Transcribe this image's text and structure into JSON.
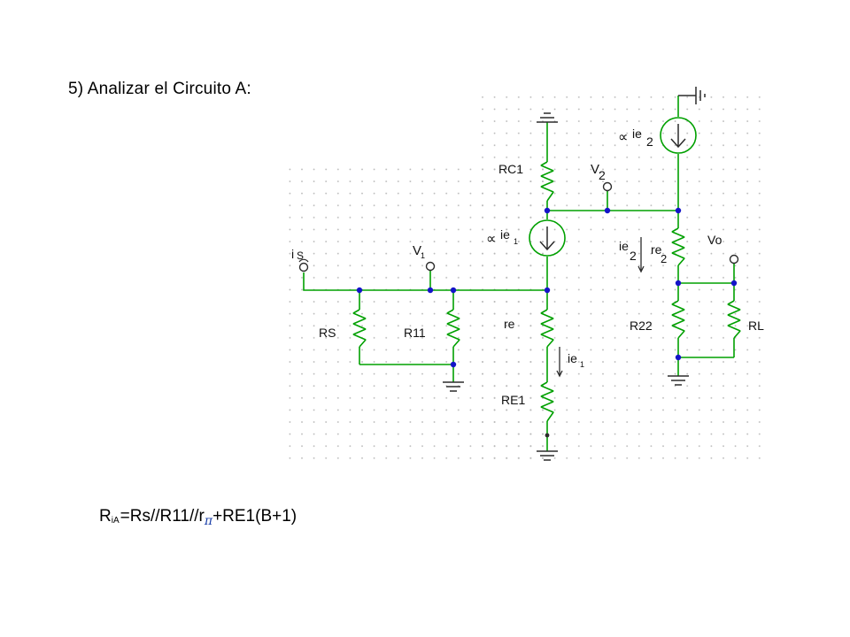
{
  "heading": "5) Analizar el Circuito A:",
  "formula": {
    "r": "R",
    "sub": "iA",
    "left": "=Rs//R11//r",
    "pi": "π",
    "right": "+RE1(B+1)"
  },
  "schematic": {
    "labels": {
      "is": "i",
      "is_sub": "S",
      "v1": "V",
      "v1_sub": "1",
      "v2": "V",
      "v2_sub": "2",
      "vo": "Vo",
      "rs": "RS",
      "r11": "R11",
      "rc1": "RC1",
      "re": "re",
      "re1": "RE1",
      "re2": "re",
      "re2_sub": "2",
      "r22": "R22",
      "rl": "RL",
      "src1": "ie",
      "src1_sub": "1",
      "src2": "ie",
      "src2_sub": "2",
      "ie1": "ie",
      "ie1_sub": "1",
      "ie2": "ie",
      "ie2_sub": "2",
      "prop": "∝"
    },
    "colors": {
      "wire": "#00a000",
      "node": "#1414c8",
      "part": "#2b2b2b"
    }
  }
}
